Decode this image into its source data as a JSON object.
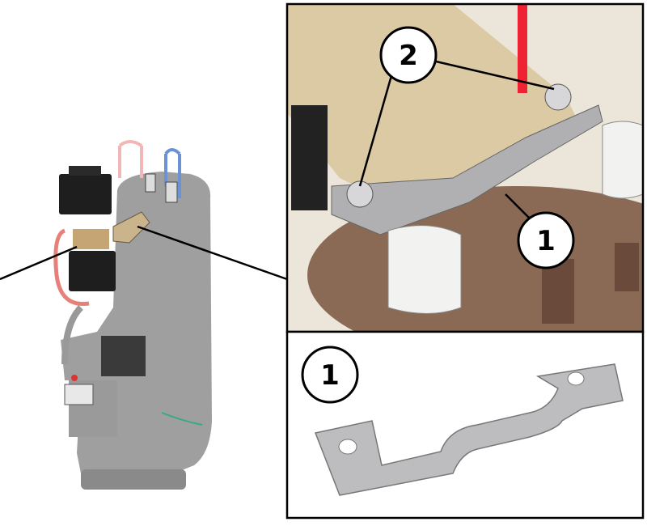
{
  "callouts": {
    "detail_screws": "2",
    "detail_bracket": "1",
    "part_bracket": "1"
  },
  "colors": {
    "boiler": "#8a8a8a",
    "solenoid": "#1e1e1e",
    "bracket_beige": "#d8c7a4",
    "base_bronze": "#8a6a55",
    "metal": "#b9b9bb",
    "outline": "#000000"
  }
}
